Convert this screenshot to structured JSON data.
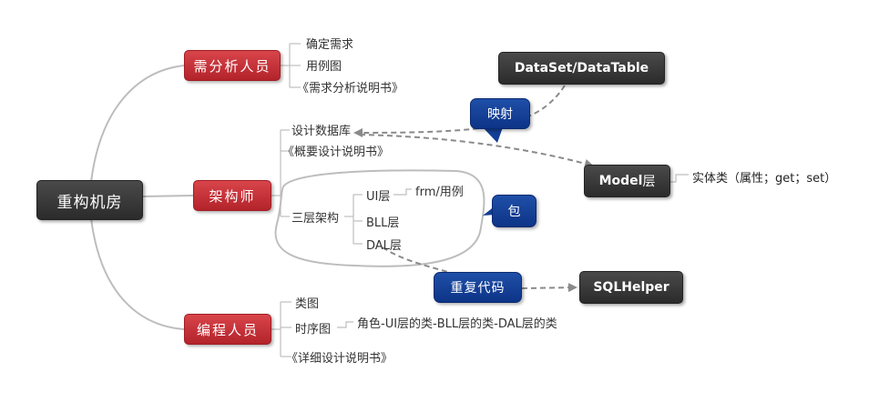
{
  "central": {
    "label": "重构机房"
  },
  "branches": {
    "analyst": {
      "label": "需分析人员",
      "items": [
        "确定需求",
        "用例图",
        "《需求分析说明书》"
      ]
    },
    "architect": {
      "label": "架构师",
      "items": [
        "设计数据库",
        "《概要设计说明书》",
        "三层架构"
      ],
      "layers": [
        "UI层",
        "BLL层",
        "DAL层"
      ],
      "ui_detail": "frm/用例"
    },
    "programmer": {
      "label": "编程人员",
      "items": [
        "类图",
        "时序图",
        "《详细设计说明书》"
      ],
      "sequence_detail": "角色-UI层的类-BLL层的类-DAL层的类"
    }
  },
  "extras": {
    "dataset": "DataSet/DataTable",
    "mapping_callout": "映射",
    "model": {
      "main": "Model",
      "suffix": "层"
    },
    "model_detail": "实体类（属性；get；set）",
    "package_callout": "包",
    "repeat_callout": "重复代码",
    "sqlhelper": "SQLHelper"
  },
  "colors": {
    "dark_node": "#333333",
    "red_node": "#c0282e",
    "blue_callout": "#143f96",
    "connector": "#bdbdbd",
    "dashed_arrow": "#8a8a8a"
  }
}
